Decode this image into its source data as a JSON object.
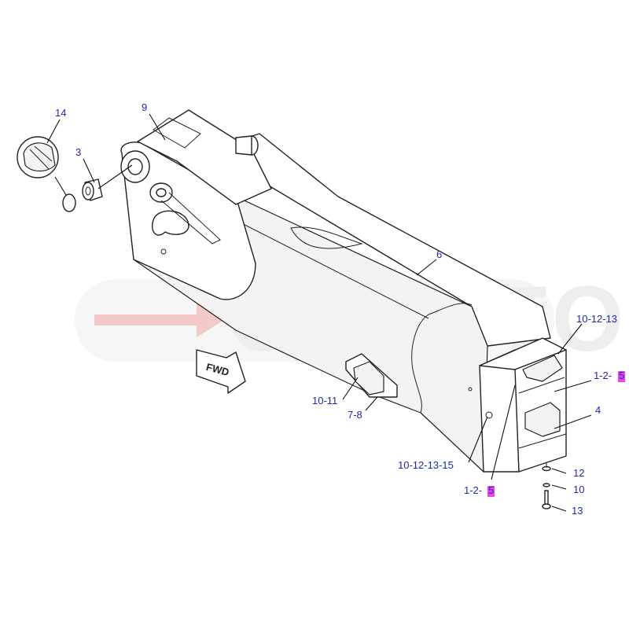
{
  "watermark": {
    "text": "COGITO",
    "arrow_color": "#f4c9c9",
    "text_color": "#eeeeee"
  },
  "direction_arrow": {
    "label": "FWD"
  },
  "highlight_color": "#ee44ee",
  "callout_color": "#1f2aa8",
  "callouts": {
    "c14": "14",
    "c3": "3",
    "c9": "9",
    "c6": "6",
    "c10_12_13_top": "10-12-13",
    "c1_2_right_prefix": "1-2-",
    "c1_2_right_hl": "5",
    "c4": "4",
    "c10_11": "10-11",
    "c7_8": "7-8",
    "c10_12_13_15": "10-12-13-15",
    "c1_2_bottom_prefix": "1-2-",
    "c1_2_bottom_hl": "5",
    "c12": "12",
    "c10": "10",
    "c13": "13"
  }
}
